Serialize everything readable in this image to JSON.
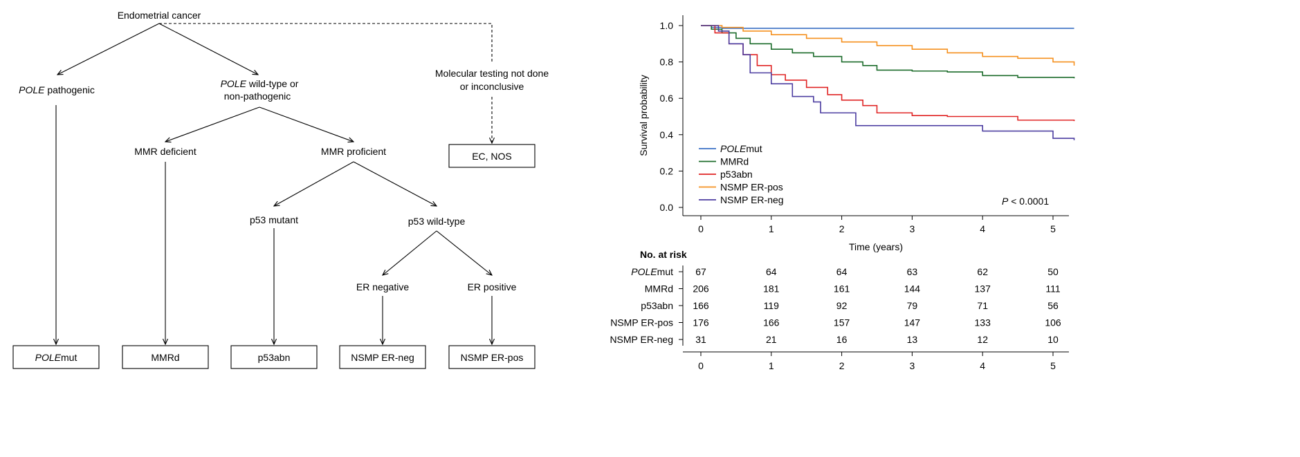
{
  "flowchart": {
    "root": "Endometrial cancer",
    "pole_pathogenic": {
      "italic": "POLE",
      "rest": " pathogenic"
    },
    "pole_wildtype": {
      "italic": "POLE",
      "rest": " wild-type or",
      "line2": "non-pathogenic"
    },
    "not_done": {
      "line1": "Molecular testing not done",
      "line2": "or inconclusive"
    },
    "mmr_deficient": "MMR deficient",
    "mmr_proficient": "MMR proficient",
    "p53_mutant": "p53 mutant",
    "p53_wildtype": "p53 wild-type",
    "er_negative": "ER negative",
    "er_positive": "ER positive",
    "box_ec_nos": "EC, NOS",
    "box_polemut": {
      "italic": "POLE",
      "rest": "mut"
    },
    "box_mmrd": "MMRd",
    "box_p53abn": "p53abn",
    "box_nsmp_neg": "NSMP ER-neg",
    "box_nsmp_pos": "NSMP ER-pos"
  },
  "chart_data": {
    "type": "line",
    "subtype": "kaplan-meier",
    "ylabel": "Survival probability",
    "xlabel": "Time (years)",
    "xlim": [
      0,
      5.3
    ],
    "ylim": [
      0,
      1
    ],
    "x_ticks": [
      0,
      1,
      2,
      3,
      4,
      5
    ],
    "y_ticks": [
      "0.0",
      "0.2",
      "0.4",
      "0.6",
      "0.8",
      "1.0"
    ],
    "pvalue": {
      "p": "P",
      "rest": " < 0.0001"
    },
    "legend_position": "bottom-left",
    "series": [
      {
        "name": "POLEmut",
        "name_italic": "POLE",
        "name_rest": "mut",
        "color": "#3a6fc4",
        "x": [
          0,
          0.15,
          0.3,
          5.3
        ],
        "y": [
          1.0,
          0.99,
          0.985,
          0.985
        ]
      },
      {
        "name": "MMRd",
        "name_italic": "",
        "name_rest": "MMRd",
        "color": "#1b6b2a",
        "x": [
          0,
          0.15,
          0.3,
          0.5,
          0.7,
          1.0,
          1.3,
          1.6,
          2.0,
          2.3,
          2.5,
          3.0,
          3.5,
          4.0,
          4.5,
          5.3
        ],
        "y": [
          1.0,
          0.98,
          0.96,
          0.93,
          0.9,
          0.87,
          0.85,
          0.83,
          0.8,
          0.78,
          0.755,
          0.75,
          0.745,
          0.725,
          0.715,
          0.71
        ]
      },
      {
        "name": "p53abn",
        "name_italic": "",
        "name_rest": "p53abn",
        "color": "#e02424",
        "x": [
          0,
          0.2,
          0.4,
          0.6,
          0.8,
          1.0,
          1.2,
          1.5,
          1.8,
          2.0,
          2.3,
          2.5,
          3.0,
          3.5,
          4.0,
          4.5,
          5.3
        ],
        "y": [
          1.0,
          0.96,
          0.9,
          0.84,
          0.78,
          0.73,
          0.7,
          0.66,
          0.62,
          0.59,
          0.56,
          0.52,
          0.505,
          0.5,
          0.5,
          0.48,
          0.475
        ]
      },
      {
        "name": "NSMP ER-pos",
        "name_italic": "",
        "name_rest": "NSMP ER-pos",
        "color": "#f5901e",
        "x": [
          0,
          0.3,
          0.6,
          1.0,
          1.5,
          2.0,
          2.5,
          3.0,
          3.5,
          4.0,
          4.5,
          5.0,
          5.3
        ],
        "y": [
          1.0,
          0.99,
          0.97,
          0.95,
          0.93,
          0.91,
          0.89,
          0.87,
          0.85,
          0.83,
          0.82,
          0.8,
          0.78
        ]
      },
      {
        "name": "NSMP ER-neg",
        "name_italic": "",
        "name_rest": "NSMP ER-neg",
        "color": "#4b3ca0",
        "x": [
          0,
          0.25,
          0.4,
          0.6,
          0.7,
          1.0,
          1.3,
          1.6,
          1.7,
          2.0,
          2.2,
          2.5,
          3.0,
          3.6,
          4.0,
          4.5,
          5.0,
          5.3
        ],
        "y": [
          1.0,
          0.97,
          0.9,
          0.84,
          0.74,
          0.68,
          0.61,
          0.58,
          0.52,
          0.52,
          0.45,
          0.45,
          0.45,
          0.45,
          0.42,
          0.42,
          0.38,
          0.37
        ]
      }
    ],
    "risk_table": {
      "title": "No. at risk",
      "times": [
        0,
        1,
        2,
        3,
        4,
        5
      ],
      "rows": [
        {
          "label_italic": "POLE",
          "label_rest": "mut",
          "values": [
            67,
            64,
            64,
            63,
            62,
            50
          ]
        },
        {
          "label_italic": "",
          "label_rest": "MMRd",
          "values": [
            206,
            181,
            161,
            144,
            137,
            111
          ]
        },
        {
          "label_italic": "",
          "label_rest": "p53abn",
          "values": [
            166,
            119,
            92,
            79,
            71,
            56
          ]
        },
        {
          "label_italic": "",
          "label_rest": "NSMP ER-pos",
          "values": [
            176,
            166,
            157,
            147,
            133,
            106
          ]
        },
        {
          "label_italic": "",
          "label_rest": "NSMP ER-neg",
          "values": [
            31,
            21,
            16,
            13,
            12,
            10
          ]
        }
      ]
    }
  }
}
